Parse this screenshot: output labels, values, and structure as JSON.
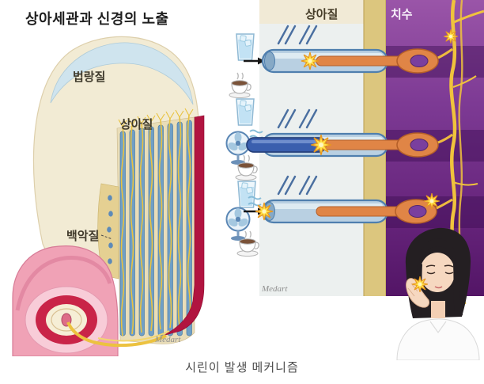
{
  "caption": "시린이 발생 메커니즘",
  "left_panel": {
    "title": "상아세관과 신경의 노출",
    "labels": {
      "enamel": "법랑질",
      "dentin": "상아질",
      "cementum": "백악질"
    },
    "watermark": "Medart"
  },
  "right_panel": {
    "labels": {
      "dentin": "상아질",
      "pulp": "치수"
    },
    "watermark": "Medart",
    "stimuli_rows": [
      {
        "row": 1,
        "icons": [
          "cold-water-glass",
          "hot-coffee-cup"
        ]
      },
      {
        "row": 2,
        "icons": [
          "cold-water-glass",
          "electric-fan",
          "hot-coffee-cup"
        ]
      },
      {
        "row": 3,
        "icons": [
          "cold-water-glass",
          "electric-fan",
          "hot-coffee-cup"
        ]
      }
    ]
  },
  "colors": {
    "pulp_purple": "#7b3a92",
    "dentin_band_tan": "#dcc67e",
    "tubule_blue": "#5b87b5",
    "nerve_yellow": "#f0c33c",
    "odontoblast_orange": "#e08546",
    "pain_burst_yellow": "#ffe14a",
    "gum_pink": "#f0a2b6",
    "pulp_red": "#b11440",
    "enamel_blue": "#cfe4ee"
  }
}
